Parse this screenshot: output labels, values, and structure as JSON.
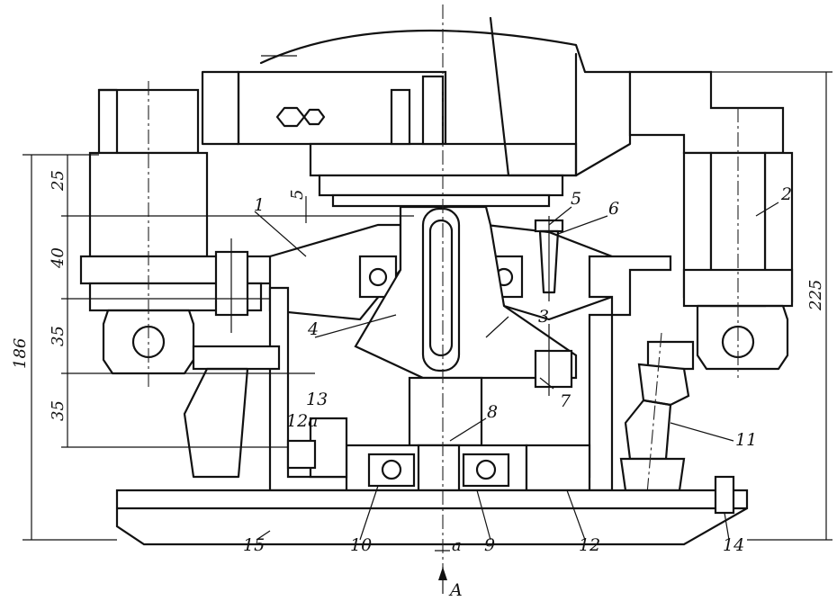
{
  "drawing": {
    "part_labels": {
      "p1": "1",
      "p2": "2",
      "p3": "3",
      "p4": "4",
      "p5": "5",
      "p6": "6",
      "p7": "7",
      "p8": "8",
      "p9": "9",
      "p10": "10",
      "p11": "11",
      "p12": "12",
      "p12a": "12a",
      "p13": "13",
      "p14": "14",
      "p15": "15"
    },
    "dimensions": {
      "d25": "25",
      "d40": "40",
      "d35a": "35",
      "d35b": "35",
      "d186": "186",
      "d225": "225",
      "d5": "5",
      "da": "a"
    },
    "view_arrow": "A"
  }
}
